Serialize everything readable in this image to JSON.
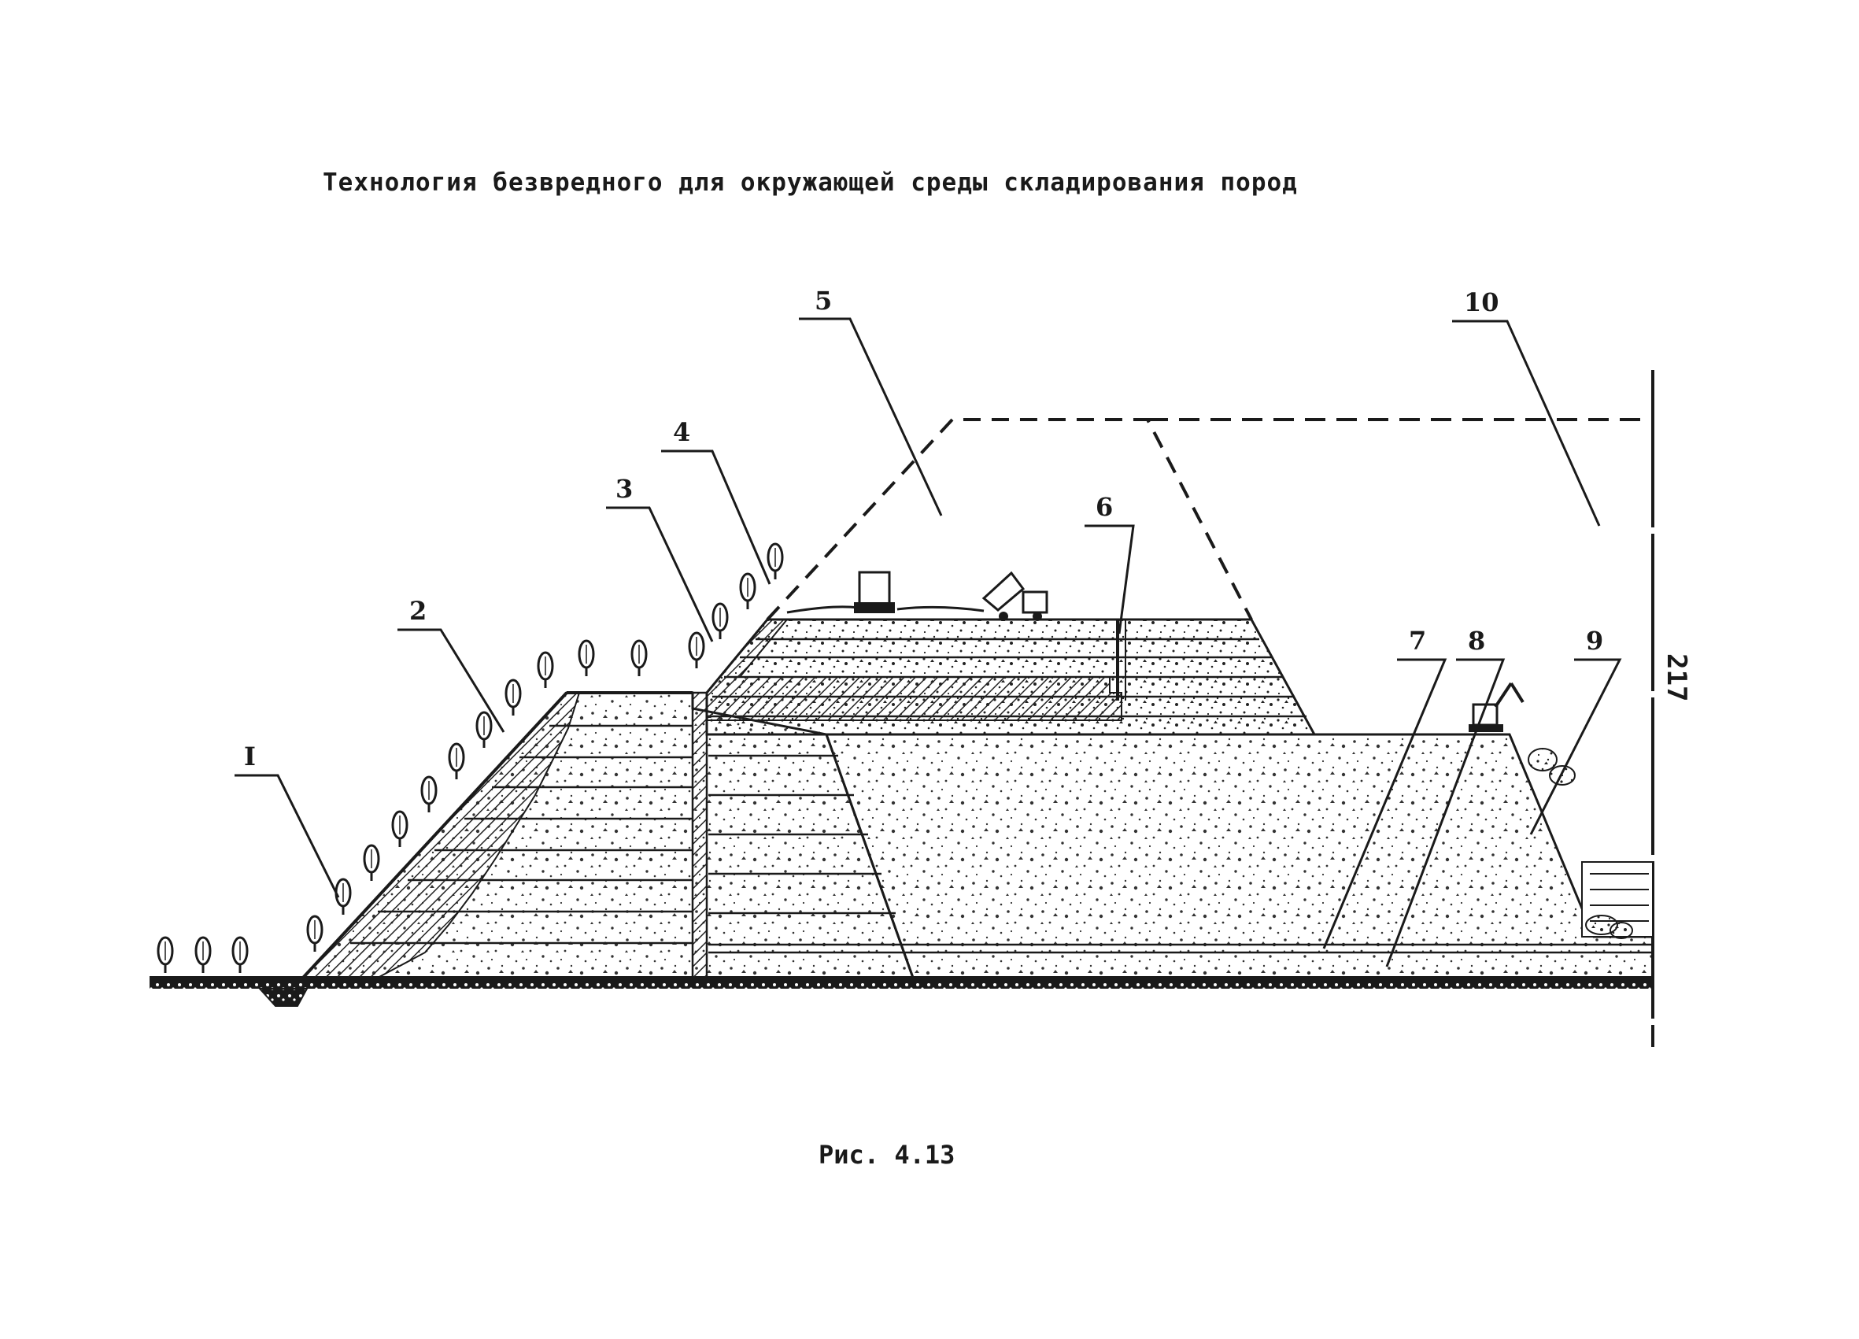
{
  "document": {
    "title": "Технология безвредного для окружающей среды складирования пород",
    "caption": "Рис. 4.13",
    "page_number": "217"
  },
  "diagram": {
    "labels": [
      "I",
      "2",
      "3",
      "4",
      "5",
      "6",
      "7",
      "8",
      "9",
      "10"
    ]
  }
}
